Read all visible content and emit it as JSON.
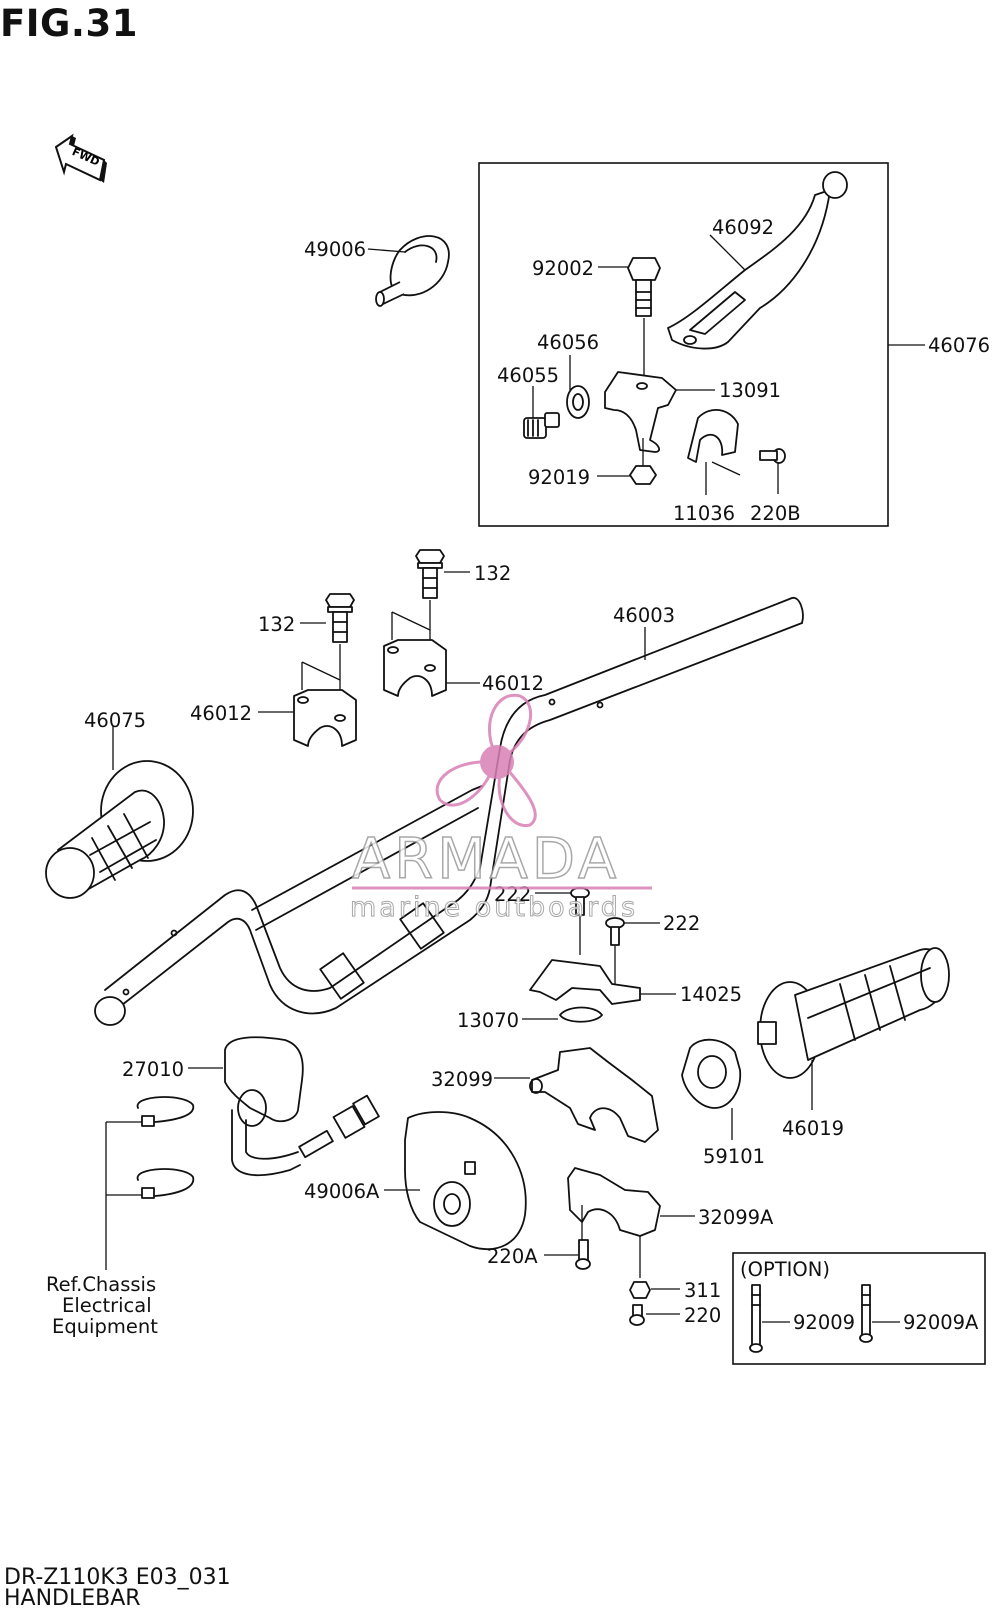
{
  "figure": {
    "title": "FIG.31",
    "fwd_label": "FWD",
    "model_code": "DR-Z110K3 E03_031",
    "section_name": "HANDLEBAR"
  },
  "watermark": {
    "brand": "ARMADA",
    "tagline": "marine outboards",
    "color": "#d97fb5"
  },
  "parts": {
    "p49006": "49006",
    "p46092": "46092",
    "p92002": "92002",
    "p46056": "46056",
    "p46055": "46055",
    "p13091": "13091",
    "p46076": "46076",
    "p92019": "92019",
    "p11036": "11036",
    "p220B": "220B",
    "p132a": "132",
    "p132b": "132",
    "p46003": "46003",
    "p46012a": "46012",
    "p46012b": "46012",
    "p46075": "46075",
    "p222a": "222",
    "p222b": "222",
    "p14025": "14025",
    "p13070": "13070",
    "p27010": "27010",
    "p32099": "32099",
    "p59101": "59101",
    "p46019": "46019",
    "p49006A": "49006A",
    "p32099A": "32099A",
    "p220A": "220A",
    "p311": "311",
    "p220": "220",
    "p92009": "92009",
    "p92009A": "92009A"
  },
  "option_box": {
    "title": "(OPTION)"
  },
  "reference": {
    "line1": "Ref.Chassis",
    "line2": "Electrical",
    "line3": "Equipment"
  }
}
